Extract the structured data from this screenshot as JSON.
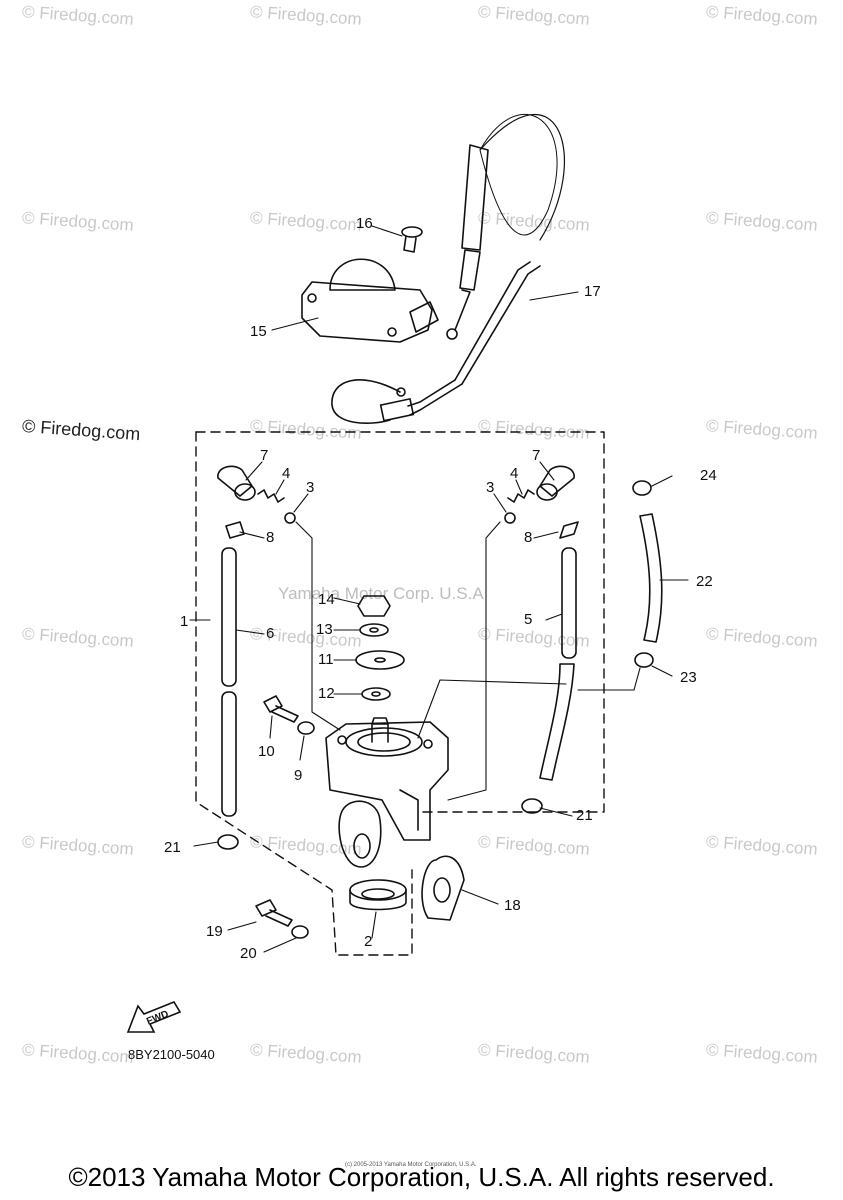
{
  "watermarks": {
    "text": "© Firedog.com"
  },
  "watermark_bold": "© Firedog.com",
  "center_watermark": "Yamaha Motor Corp. U.S.A",
  "callouts": {
    "c1": "1",
    "c2": "2",
    "c3l": "3",
    "c3r": "3",
    "c4l": "4",
    "c4r": "4",
    "c5": "5",
    "c6": "6",
    "c7l": "7",
    "c7r": "7",
    "c8l": "8",
    "c8r": "8",
    "c9": "9",
    "c10": "10",
    "c11": "11",
    "c12": "12",
    "c13": "13",
    "c14": "14",
    "c15": "15",
    "c16": "16",
    "c17": "17",
    "c18": "18",
    "c19": "19",
    "c20": "20",
    "c21l": "21",
    "c21r": "21",
    "c22": "22",
    "c23": "23",
    "c24": "24"
  },
  "fwd_label": "FWD",
  "diagram_code": "8BY2100-5040",
  "tiny_copyright": "(c) 2005-2013 Yamaha Motor Corporation, U.S.A.",
  "footer": "©2013 Yamaha Motor Corporation, U.S.A. All rights reserved."
}
